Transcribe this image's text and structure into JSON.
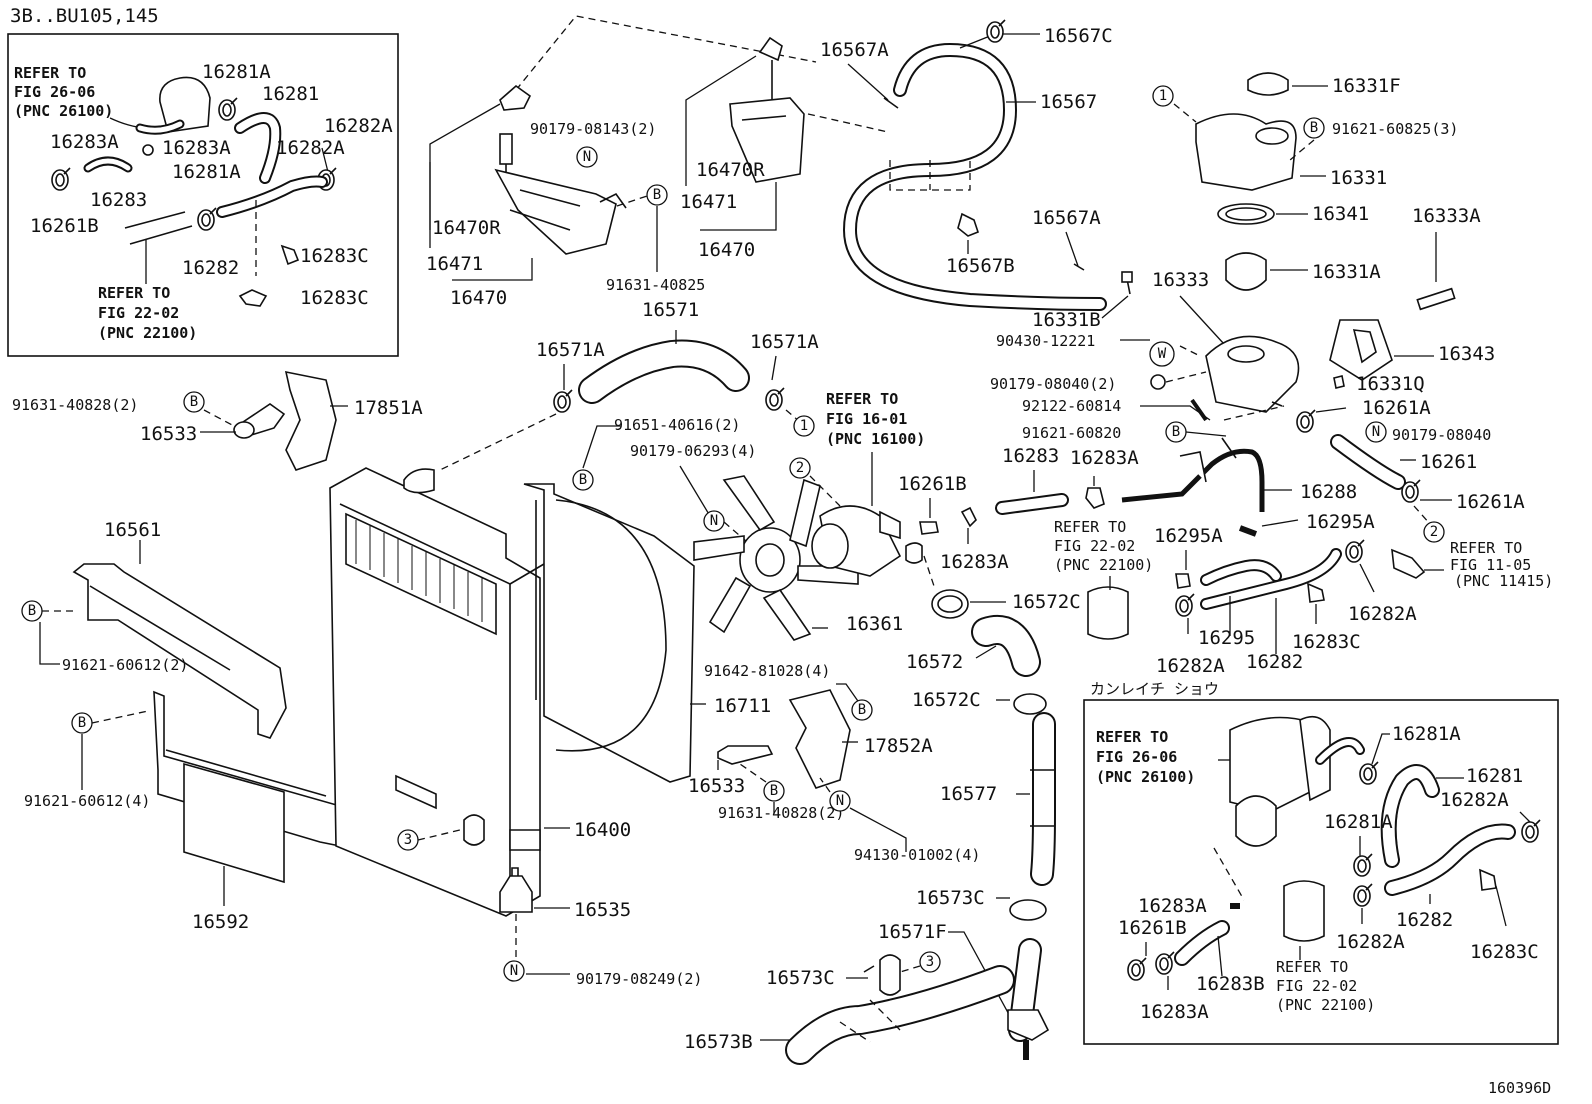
{
  "header": {
    "model_code": "3B..BU105,145"
  },
  "footer": {
    "diagram_id": "160396D"
  },
  "callout_letters": {
    "b": "B",
    "n": "N",
    "w": "W"
  },
  "callout_numbers": {
    "one": "1",
    "two": "2",
    "three": "3"
  },
  "refs": {
    "refer_to": "REFER TO",
    "fig_26_06": "FIG 26-06",
    "pnc_26100": "(PNC 26100)",
    "fig_22_02": "FIG 22-02",
    "pnc_22100": "(PNC 22100)",
    "fig_16_01": "FIG 16-01",
    "pnc_16100": "(PNC 16100)",
    "refer_to_short": "REFER TO",
    "fig_11_05": "FIG 11-05",
    "pnc_11415": "(PNC 11415)"
  },
  "inset_br_title": "カンレイチ ショウ",
  "parts": {
    "p16281A": "16281A",
    "p16281": "16281",
    "p16282A": "16282A",
    "p16283A": "16283A",
    "p16283": "16283",
    "p16261B": "16261B",
    "p16282": "16282",
    "p16283C": "16283C",
    "p16283B": "16283B",
    "p16567C": "16567C",
    "p16567A": "16567A",
    "p16567": "16567",
    "p16567B": "16567B",
    "p16470R": "16470R",
    "p16471": "16471",
    "p16470": "16470",
    "p16571": "16571",
    "p16571A": "16571A",
    "p16571F": "16571F",
    "p16331F": "16331F",
    "p16331": "16331",
    "p16341": "16341",
    "p16331A": "16331A",
    "p16333A": "16333A",
    "p16333": "16333",
    "p16331B": "16331B",
    "p16343": "16343",
    "p16331Q": "16331Q",
    "p16261A": "16261A",
    "p16261": "16261",
    "p16288": "16288",
    "p16295A": "16295A",
    "p16295": "16295",
    "p17851A": "17851A",
    "p16533": "16533",
    "p16561": "16561",
    "p16592": "16592",
    "p16400": "16400",
    "p16535": "16535",
    "p16711": "16711",
    "p16361": "16361",
    "p16572C": "16572C",
    "p16572": "16572",
    "p17852A": "17852A",
    "p16577": "16577",
    "p16573C": "16573C",
    "p16573B": "16573B"
  },
  "fasteners": {
    "f9017908143": "90179-08143(2)",
    "f9163140825": "91631-40825",
    "f9162160825": "91621-60825(3)",
    "f9043012221": "90430-12221",
    "f9017908040_2": "90179-08040(2)",
    "f9212260814": "92122-60814",
    "f9162160820": "91621-60820",
    "f9017908040": "90179-08040",
    "f9163140828_2": "91631-40828(2)",
    "f9165140616": "91651-40616(2)",
    "f9017906293": "90179-06293(4)",
    "f9162160612_2": "91621-60612(2)",
    "f9162160612_4": "91621-60612(4)",
    "f9164281028": "91642-81028(4)",
    "f9163140828_b": "91631-40828(2)",
    "f9413001002": "94130-01002(4)",
    "f9017908249": "90179-08249(2)"
  }
}
